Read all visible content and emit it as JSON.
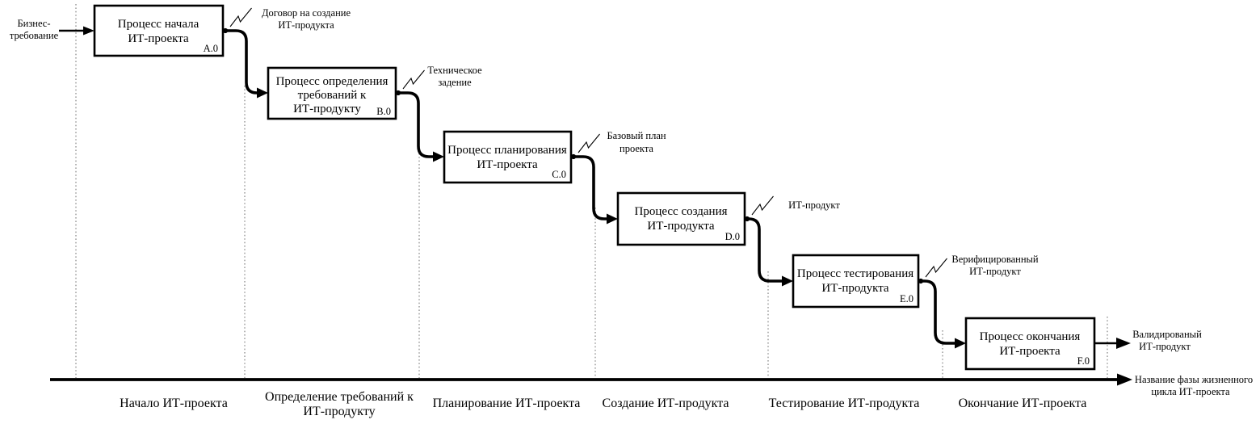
{
  "diagram": {
    "title_semantic": "IT project lifecycle process cascade diagram",
    "input_label": {
      "line1": "Бизнес-",
      "line2": "требование"
    },
    "boxes": [
      {
        "id": "A.0",
        "lines": [
          "Процесс начала",
          "ИТ-проекта"
        ]
      },
      {
        "id": "B.0",
        "lines": [
          "Процесс определения",
          "требований к",
          "ИТ-продукту"
        ]
      },
      {
        "id": "C.0",
        "lines": [
          "Процесс планирования",
          "ИТ-проекта"
        ]
      },
      {
        "id": "D.0",
        "lines": [
          "Процесс создания",
          "ИТ-продукта"
        ]
      },
      {
        "id": "E.0",
        "lines": [
          "Процесс тестирования",
          "ИТ-продукта"
        ]
      },
      {
        "id": "F.0",
        "lines": [
          "Процесс окончания",
          "ИТ-проекта"
        ]
      }
    ],
    "outputs": [
      {
        "line1": "Договор на создание",
        "line2": "ИТ-продукта"
      },
      {
        "line1": "Техническое",
        "line2": "задение"
      },
      {
        "line1": "Базовый план",
        "line2": "проекта"
      },
      {
        "line1": "ИТ-продукт",
        "line2": ""
      },
      {
        "line1": "Верифицированный",
        "line2": "ИТ-продукт"
      },
      {
        "line1": "Валидированый",
        "line2": "ИТ-продукт"
      }
    ],
    "axis_label": {
      "line1": "Название фазы жизненного",
      "line2": "цикла ИТ-проекта"
    },
    "phases": [
      {
        "line1": "Начало ИТ-проекта",
        "line2": ""
      },
      {
        "line1": "Определение требований к",
        "line2": "ИТ-продукту"
      },
      {
        "line1": "Планирование ИТ-проекта",
        "line2": ""
      },
      {
        "line1": "Создание ИТ-продукта",
        "line2": ""
      },
      {
        "line1": "Тестирование ИТ-продукта",
        "line2": ""
      },
      {
        "line1": "Окончание ИТ-проекта",
        "line2": ""
      }
    ],
    "colors": {
      "line": "#000000",
      "boundary_dotted": "#8f8f8f",
      "background": "#ffffff"
    }
  }
}
